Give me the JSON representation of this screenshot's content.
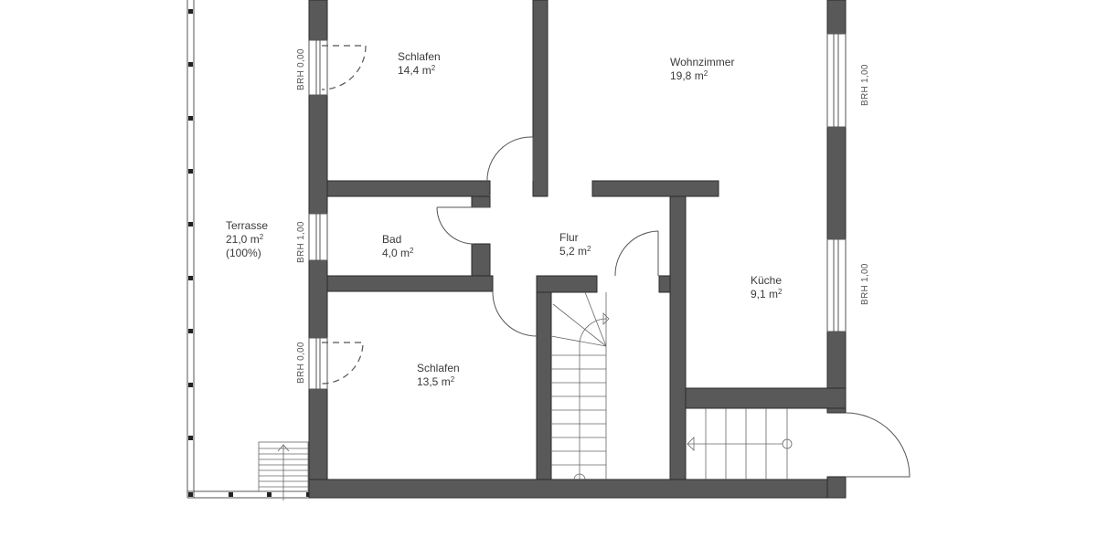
{
  "plan": {
    "rooms": [
      {
        "id": "schlafen-1",
        "name": "Schlafen",
        "area": "14,4",
        "unit": "m",
        "exp": "2"
      },
      {
        "id": "wohnzimmer",
        "name": "Wohnzimmer",
        "area": "19,8",
        "unit": "m",
        "exp": "2"
      },
      {
        "id": "terrasse",
        "name": "Terrasse",
        "area": "21,0",
        "unit": "m",
        "exp": "2",
        "note": "(100%)"
      },
      {
        "id": "bad",
        "name": "Bad",
        "area": "4,0",
        "unit": "m",
        "exp": "2"
      },
      {
        "id": "flur",
        "name": "Flur",
        "area": "5,2",
        "unit": "m",
        "exp": "2"
      },
      {
        "id": "kueche",
        "name": "Küche",
        "area": "9,1",
        "unit": "m",
        "exp": "2"
      },
      {
        "id": "schlafen-2",
        "name": "Schlafen",
        "area": "13,5",
        "unit": "m",
        "exp": "2"
      }
    ],
    "window_labels": [
      {
        "id": "brh-schlafen-1",
        "text": "BRH 0,00"
      },
      {
        "id": "brh-bad",
        "text": "BRH 1,00"
      },
      {
        "id": "brh-schlafen-2",
        "text": "BRH 0,00"
      },
      {
        "id": "brh-wohnzimmer",
        "text": "BRH 1,00"
      },
      {
        "id": "brh-kueche",
        "text": "BRH 1,00"
      }
    ],
    "colors": {
      "wall": "#595959",
      "background": "#ffffff",
      "text": "#3a3a3a"
    }
  }
}
